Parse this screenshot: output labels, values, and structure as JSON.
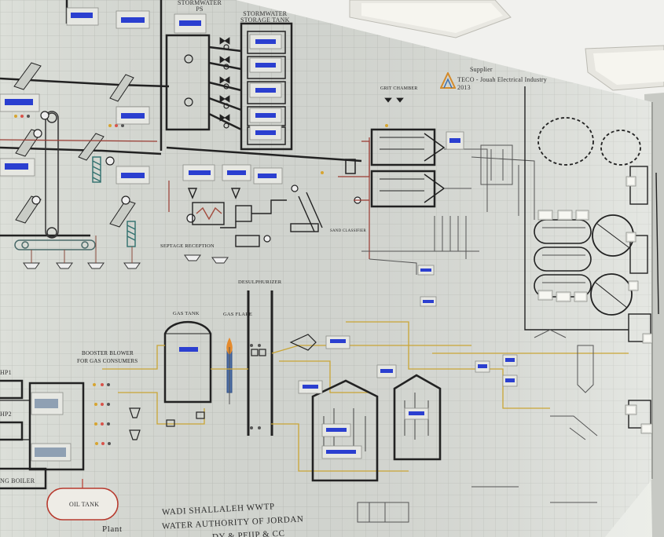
{
  "labels": {
    "stormwater_ps": "STORMWATER\nPS",
    "stormwater_tank": "STORMWATER\nSTORAGE TANK",
    "supplier": "Supplier",
    "teco_line1": "TECO - Jouah Electrical Industry",
    "teco_year": "2013",
    "grit_chamber": "GRIT CHAMBER",
    "septage_reception": "SEPTAGE RECEPTION",
    "sand_classifier": "SAND CLASSIFIER",
    "desulphurizer": "DESULPHURIZER",
    "gas_tank": "GAS TANK",
    "gas_flare": "GAS FLARE",
    "booster_blower_1": "BOOSTER BLOWER",
    "booster_blower_2": "FOR GAS CONSUMERS",
    "hp1": "HP1",
    "hp2": "HP2",
    "heating_boiler": "NG BOILER",
    "oil_tank": "OIL TANK",
    "plant": "Plant",
    "title_1": "WADI SHALLALEH WWTP",
    "title_2": "WATER AUTHORITY OF JORDAN",
    "title_3": "DY & PFIIP & CC"
  }
}
